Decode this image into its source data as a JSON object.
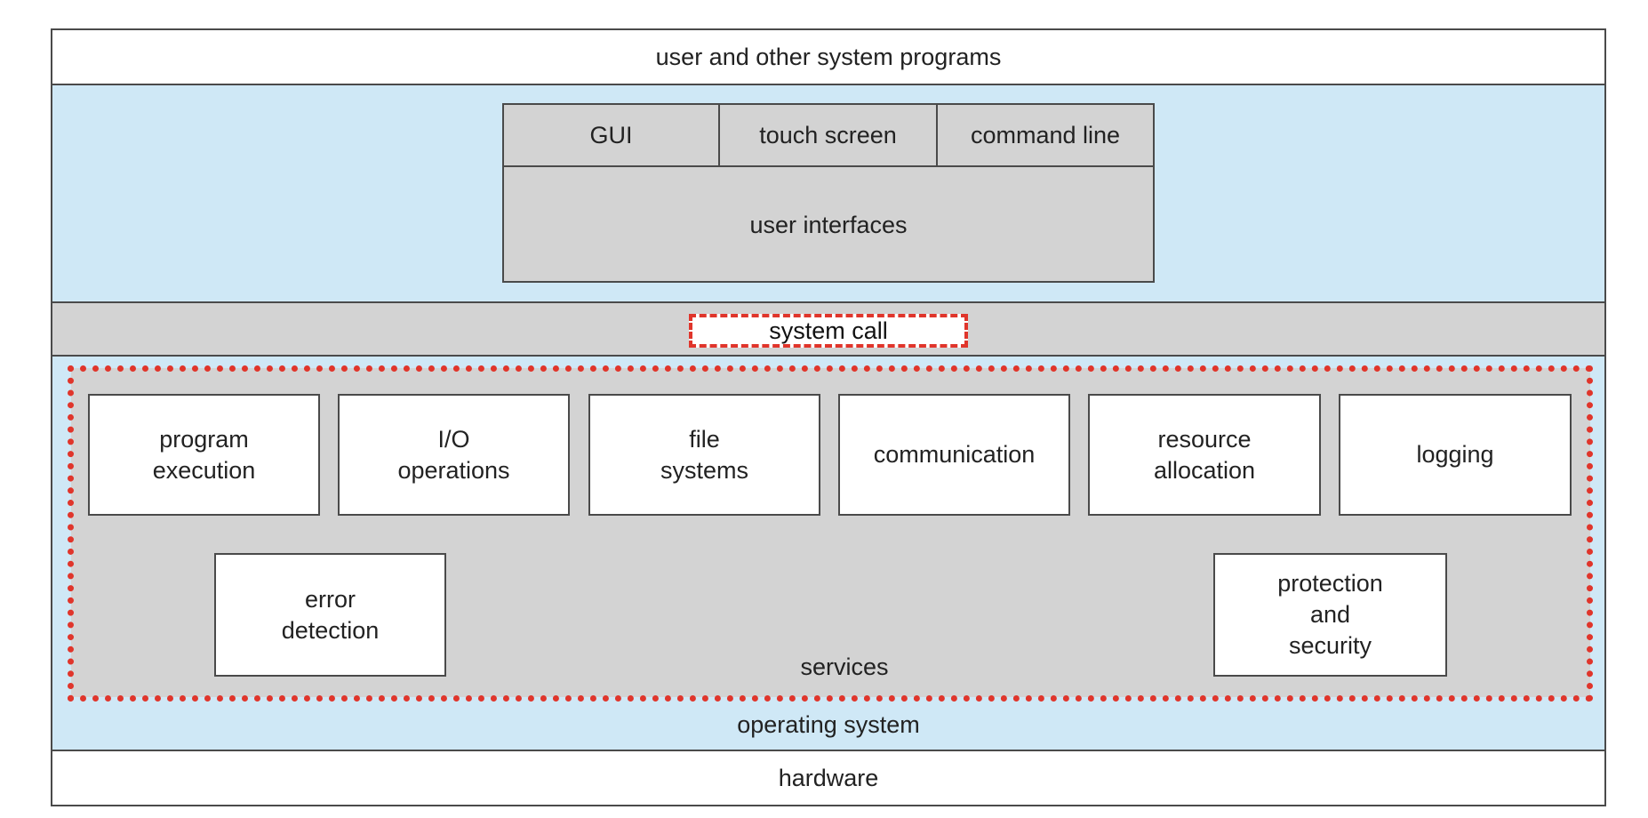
{
  "diagram": {
    "user_programs": "user and other system programs",
    "user_interfaces": {
      "label": "user interfaces",
      "types": [
        "GUI",
        "touch screen",
        "command line"
      ]
    },
    "system_call": "system call",
    "services": {
      "label": "services",
      "row1": [
        "program\nexecution",
        "I/O\noperations",
        "file\nsystems",
        "communication",
        "resource\nallocation",
        "logging"
      ],
      "row2": [
        "error\ndetection",
        "protection\nand\nsecurity"
      ]
    },
    "operating_system": "operating system",
    "hardware": "hardware"
  },
  "colors": {
    "os_blue": "#cfe8f6",
    "panel_gray": "#d3d3d3",
    "highlight_red": "#e0352b",
    "border": "#4a4a4a"
  }
}
